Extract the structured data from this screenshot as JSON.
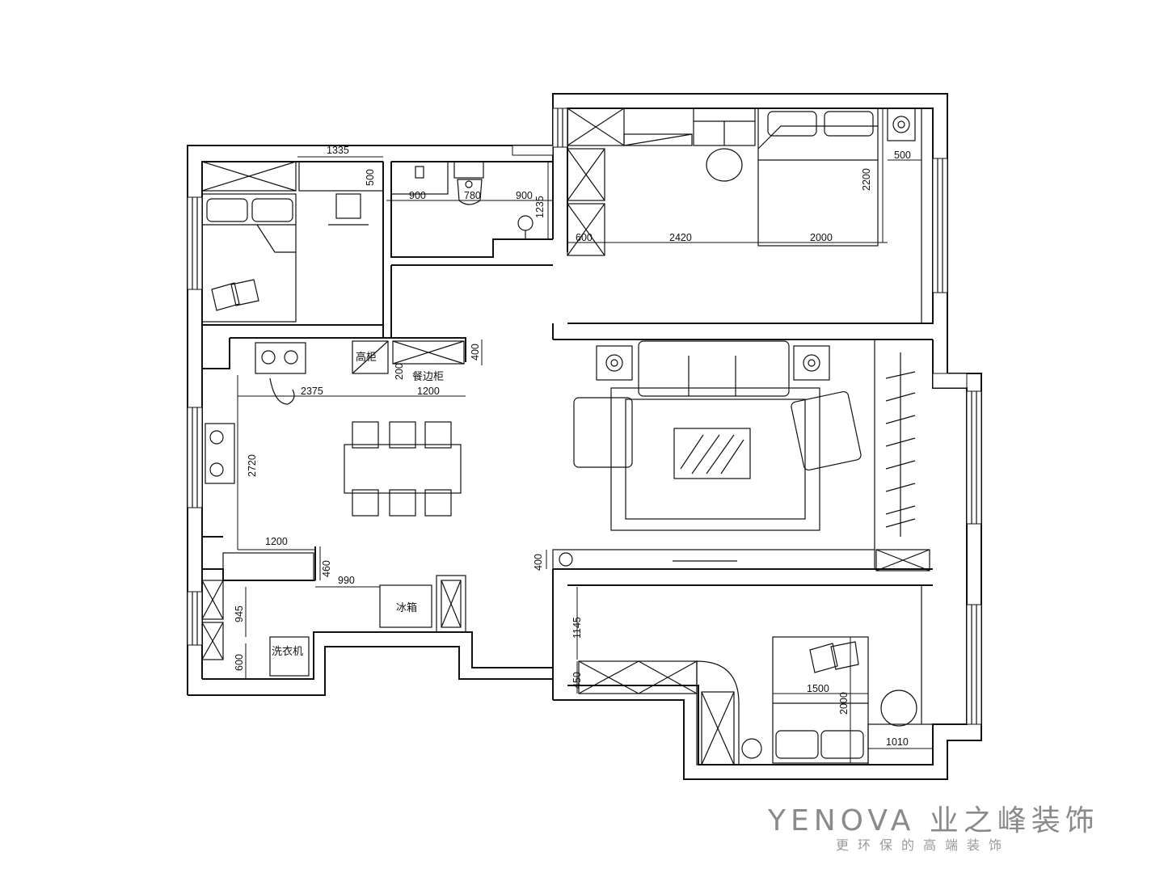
{
  "dimensions": {
    "d1335": "1335",
    "d500a": "500",
    "d900a": "900",
    "d780": "780",
    "d900b": "900",
    "d1235": "1235",
    "d600a": "600",
    "d2420": "2420",
    "d2000a": "2000",
    "d2200": "2200",
    "d500b": "500",
    "d400a": "400",
    "d200": "200",
    "d2375": "2375",
    "d1200a": "1200",
    "d2720": "2720",
    "d1200b": "1200",
    "d460": "460",
    "d990": "990",
    "d945": "945",
    "d600b": "600",
    "d400b": "400",
    "d1145": "1145",
    "d450": "450",
    "d1500": "1500",
    "d2000b": "2000",
    "d1010": "1010"
  },
  "labels": {
    "tall_cabinet": "高柜",
    "sideboard": "餐边柜",
    "fridge": "冰箱",
    "washer": "洗衣机"
  },
  "brand": {
    "name": "YENOVA 业之峰装饰",
    "slogan": "更环保的高端装饰"
  }
}
